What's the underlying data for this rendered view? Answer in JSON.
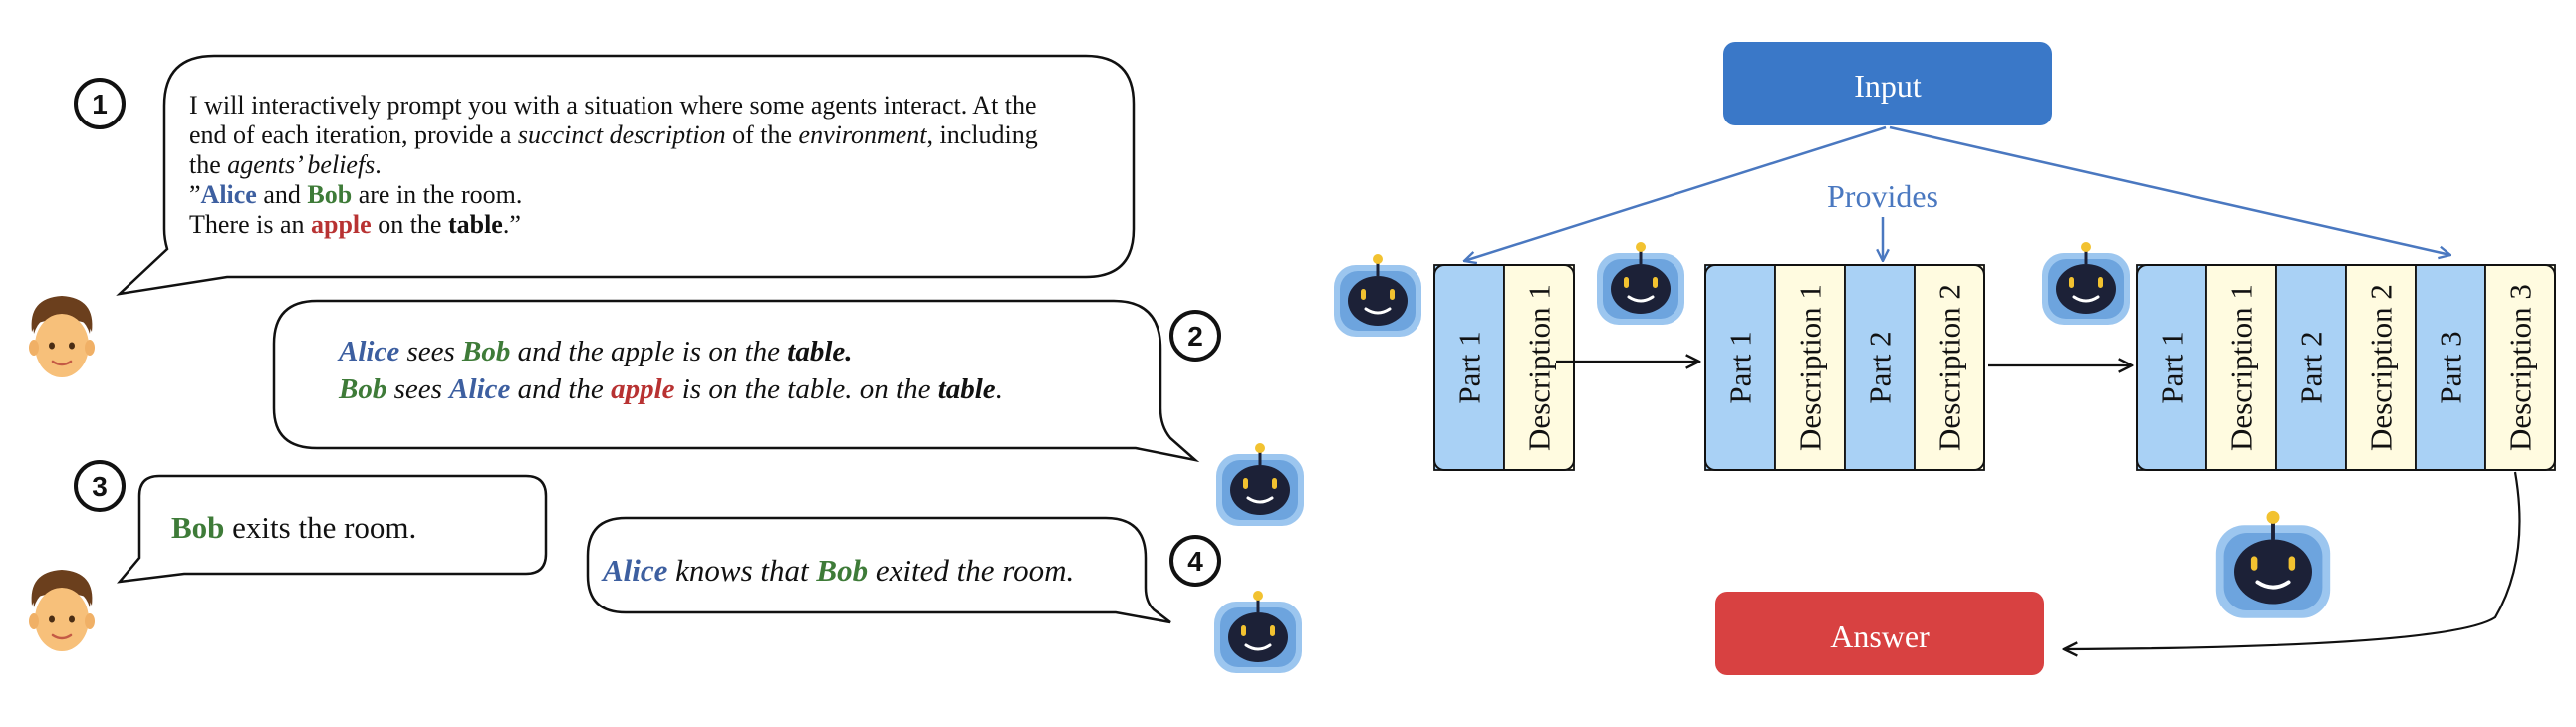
{
  "dialogue": {
    "steps": [
      {
        "number": "1"
      },
      {
        "number": "2"
      },
      {
        "number": "3"
      },
      {
        "number": "4"
      }
    ],
    "prompt": {
      "line1": "I will interactively prompt you with a situation where some agents interact. At the",
      "line2_a": "end of each iteration, provide a ",
      "line2_b": "succinct description",
      "line2_c": " of the ",
      "line2_d": "environment",
      "line2_e": ", including",
      "line3_a": "the ",
      "line3_b": "agents’ beliefs",
      "line3_c": ".",
      "line4_q": "”",
      "line4_alice": "Alice",
      "line4_and": " and ",
      "line4_bob": "Bob",
      "line4_rest": " are in the room.",
      "line5_a": "There is an ",
      "line5_apple": "apple",
      "line5_b": " on the ",
      "line5_table": "table",
      "line5_c": ".”"
    },
    "response1": {
      "l1_alice": "Alice",
      "l1_sees": " sees ",
      "l1_bob": "Bob",
      "l1_mid": " and the apple is on the ",
      "l1_table": "table.",
      "l2_bob": "Bob",
      "l2_sees": " sees ",
      "l2_alice": "Alice",
      "l2_mid": " and the ",
      "l2_apple": "apple",
      "l2_rest": " is on the table. on the ",
      "l2_table": "table",
      "l2_end": "."
    },
    "user2": {
      "bob": "Bob",
      "rest": " exits the room."
    },
    "response2": {
      "alice": "Alice",
      "mid": " knows that ",
      "bob": "Bob",
      "rest": " exited the room."
    }
  },
  "flow": {
    "input_label": "Input",
    "provides_label": "Provides",
    "answer_label": "Answer",
    "blocks": [
      {
        "cells": [
          {
            "label": "Part 1",
            "kind": "part"
          },
          {
            "label": "Description 1",
            "kind": "desc"
          }
        ]
      },
      {
        "cells": [
          {
            "label": "Part 1",
            "kind": "part"
          },
          {
            "label": "Description 1",
            "kind": "desc"
          },
          {
            "label": "Part 2",
            "kind": "part"
          },
          {
            "label": "Description 2",
            "kind": "desc"
          }
        ]
      },
      {
        "cells": [
          {
            "label": "Part 1",
            "kind": "part"
          },
          {
            "label": "Description 1",
            "kind": "desc"
          },
          {
            "label": "Part 2",
            "kind": "part"
          },
          {
            "label": "Description 2",
            "kind": "desc"
          },
          {
            "label": "Part 3",
            "kind": "part"
          },
          {
            "label": "Description 3",
            "kind": "desc"
          }
        ]
      }
    ]
  },
  "colors": {
    "alice": "#3d5fa0",
    "bob": "#3e7b38",
    "apple": "#b83232",
    "input_fill": "#3a78c8",
    "answer_fill": "#d84141",
    "part_fill": "#a9d1f5",
    "desc_fill": "#fffbe0",
    "flow_line": "#4a78c0"
  }
}
